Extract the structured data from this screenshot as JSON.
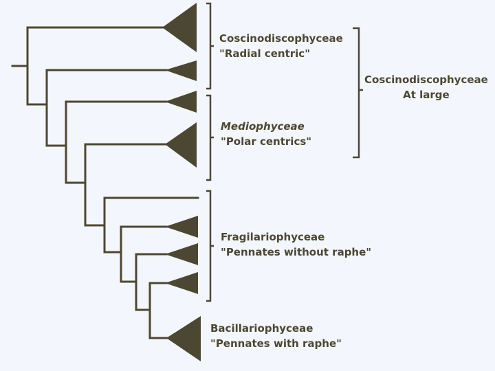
{
  "colors": {
    "background": "#f3f6fc",
    "tree": "#4c4732",
    "text": "#4c4732"
  },
  "labels": {
    "coscino": {
      "name": "Coscinodiscophyceae",
      "common": "\"Radial centric\""
    },
    "medio": {
      "name": "Mediophyceae",
      "common": "\"Polar centrics\""
    },
    "coscino_large": {
      "name": "Coscinodiscophyceae",
      "common": "At large"
    },
    "fragil": {
      "name": "Fragilariophyceae",
      "common": "\"Pennates without raphe\""
    },
    "bacill": {
      "name": "Bacillariophyceae",
      "common": "\"Pennates with raphe\""
    }
  }
}
